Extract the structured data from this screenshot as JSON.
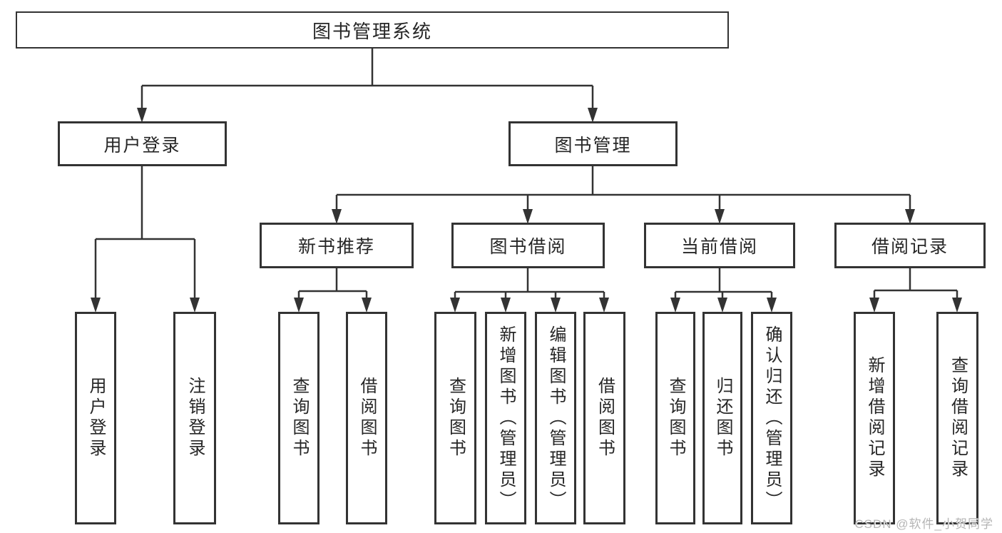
{
  "diagram_title": "图书管理系统",
  "tree": {
    "label": "图书管理系统",
    "children": [
      {
        "label": "用户登录",
        "children": [
          {
            "label": "用户登录"
          },
          {
            "label": "注销登录"
          }
        ]
      },
      {
        "label": "图书管理",
        "children": [
          {
            "label": "新书推荐",
            "children": [
              {
                "label": "查询图书"
              },
              {
                "label": "借阅图书"
              }
            ]
          },
          {
            "label": "图书借阅",
            "children": [
              {
                "label": "查询图书"
              },
              {
                "label": "新增图书（管理员）"
              },
              {
                "label": "编辑图书（管理员）"
              },
              {
                "label": "借阅图书"
              }
            ]
          },
          {
            "label": "当前借阅",
            "children": [
              {
                "label": "查询图书"
              },
              {
                "label": "归还图书"
              },
              {
                "label": "确认归还（管理员）"
              }
            ]
          },
          {
            "label": "借阅记录",
            "children": [
              {
                "label": "新增借阅记录"
              },
              {
                "label": "查询借阅记录"
              }
            ]
          }
        ]
      }
    ]
  },
  "watermark": {
    "text": "CSDN @软件_小贺同学"
  },
  "colors": {
    "line": "#333333",
    "box_border": "#333333",
    "text": "#262626",
    "watermark": "#b5b5b5",
    "background": "#ffffff"
  }
}
